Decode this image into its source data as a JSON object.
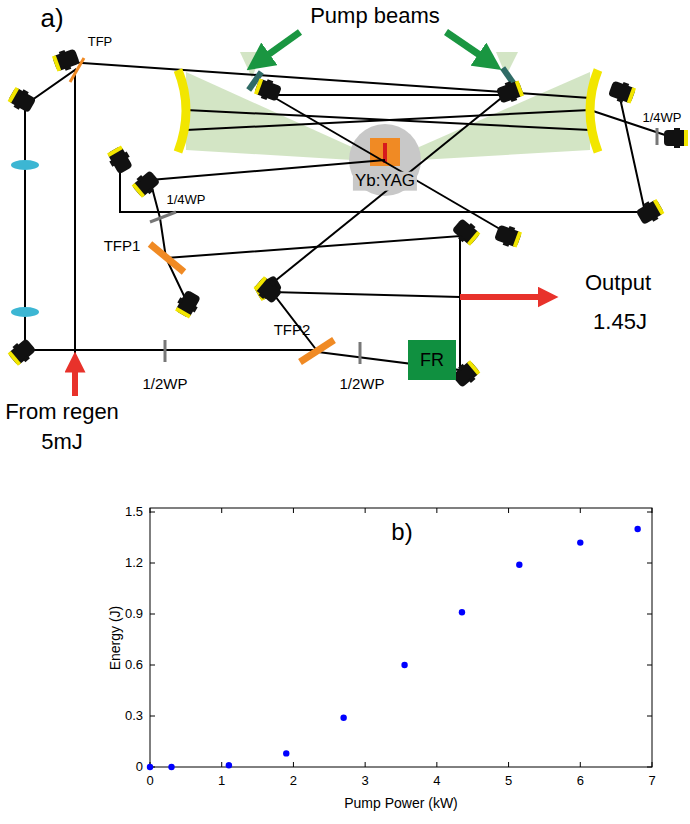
{
  "diagram": {
    "nodes": [
      {
        "text": [
          "FR"
        ]
      }
    ],
    "labels": [
      "a)",
      "Pump beams",
      "Yb:YAG",
      "TFP",
      "1/4WP",
      "1/4WP",
      "TFP1",
      "1/2WP",
      "TFP2",
      "1/2WP",
      "Output",
      "1.45J",
      "From regen",
      "5mJ",
      "b)",
      "1.5",
      "1.2",
      "0.9",
      "0.6",
      "0.3",
      "0",
      "0",
      "1",
      "2",
      "3",
      "4",
      "5",
      "6",
      "7",
      "Energy (J)",
      "Pump Power (kW)"
    ]
  }
}
